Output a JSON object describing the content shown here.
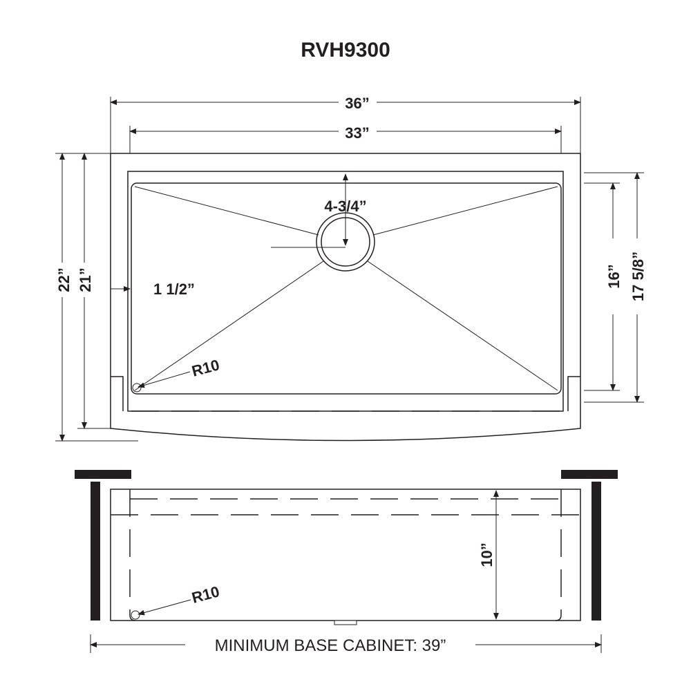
{
  "title": "RVH9300",
  "top_view": {
    "overall_width": "36”",
    "bowl_width": "33”",
    "overall_depth": "22”",
    "depth_21": "21”",
    "bowl_depth": "16”",
    "rim_depth": "17 5/8”",
    "drain_offset": "4-3/4”",
    "apron_offset": "1 1/2”",
    "corner_radius": "R10"
  },
  "side_view": {
    "bowl_height": "10”",
    "corner_radius": "R10",
    "min_cabinet": "MINIMUM BASE CABINET: 39”"
  }
}
